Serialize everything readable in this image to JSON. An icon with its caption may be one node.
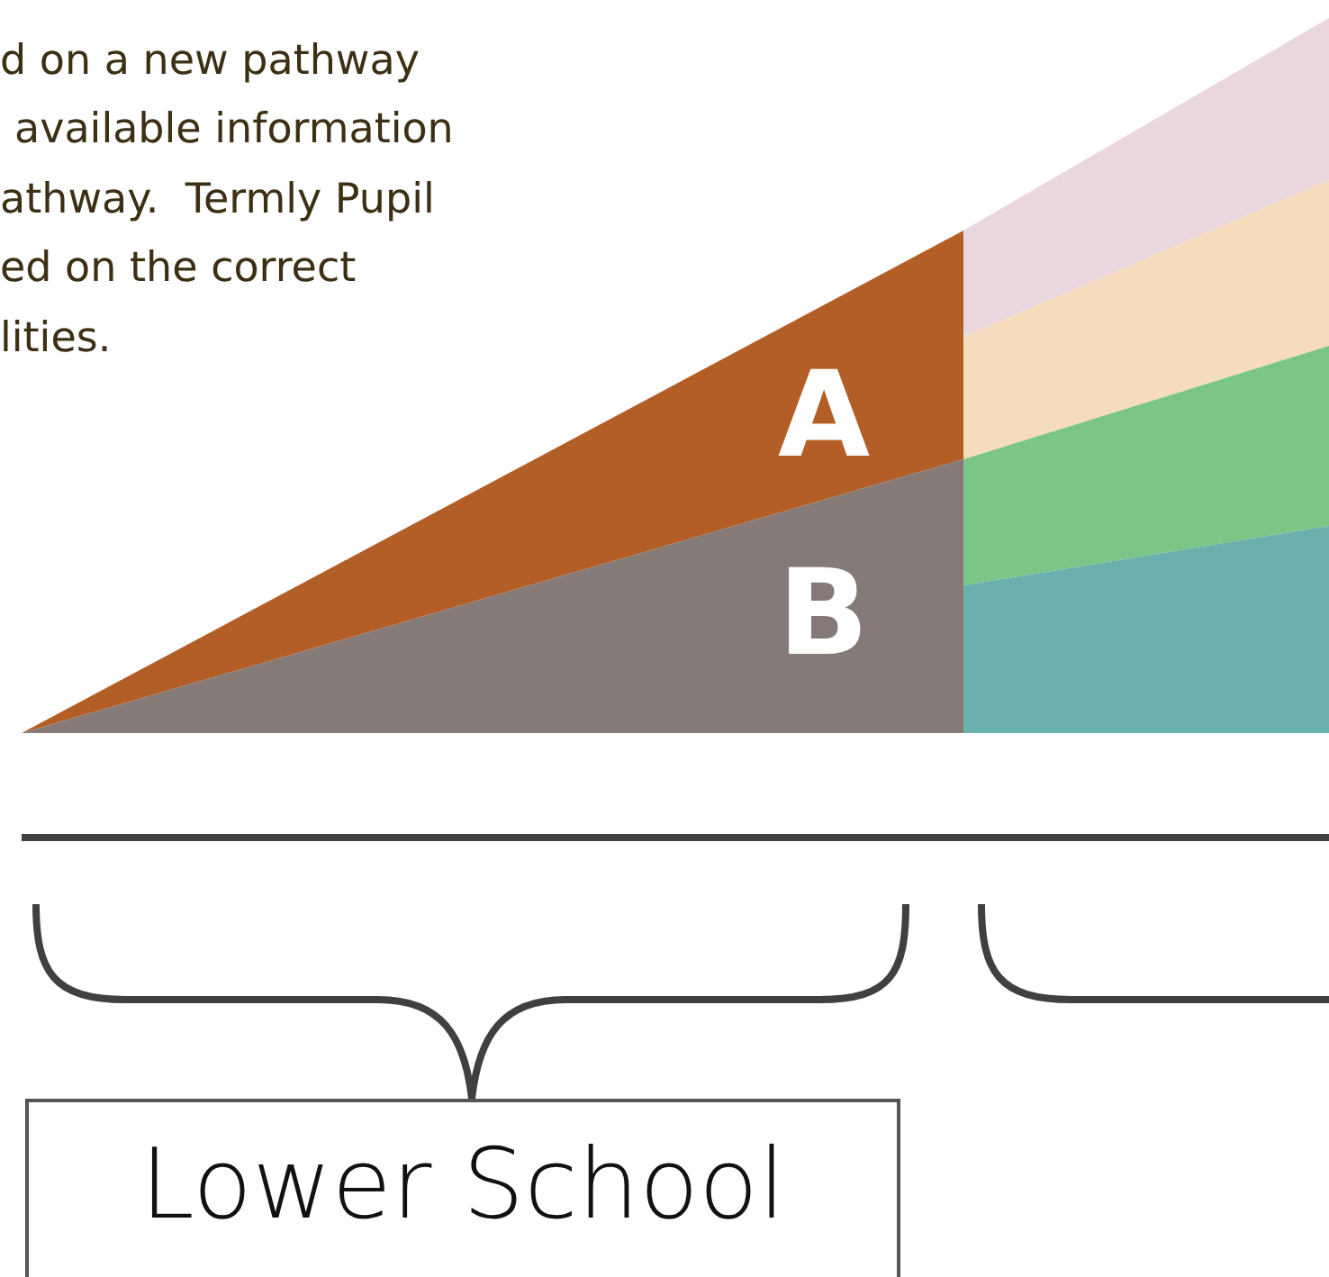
{
  "diagram": {
    "nodes": [
      {
        "text": [
          "Lower School"
        ]
      }
    ],
    "labels": [
      "d on a new pathway",
      "available information",
      "athway.  Termly Pupil",
      "ed on the correct",
      "lities.",
      "A",
      "B"
    ]
  }
}
